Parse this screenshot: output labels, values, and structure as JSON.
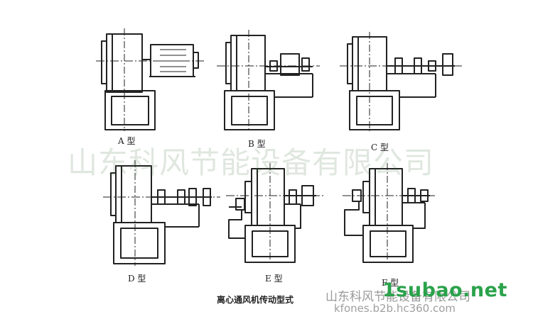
{
  "watermark_text": "山东科风节能设备有限公司",
  "figure": {
    "caption": "离心通风机传动型式",
    "labels": {
      "a": "A 型",
      "b": "B 型",
      "c": "C 型",
      "d": "D 型",
      "e": "E 型",
      "f": "F 型"
    }
  },
  "watermarks": {
    "brand": "1subao.net",
    "company": "山东科风节能设备有限公司",
    "url": "kfones.b2b.hc360.com"
  },
  "colors": {
    "ink": "#222222",
    "watermark_green": "#3f6f3f",
    "brand_green": "#2aa24a"
  }
}
